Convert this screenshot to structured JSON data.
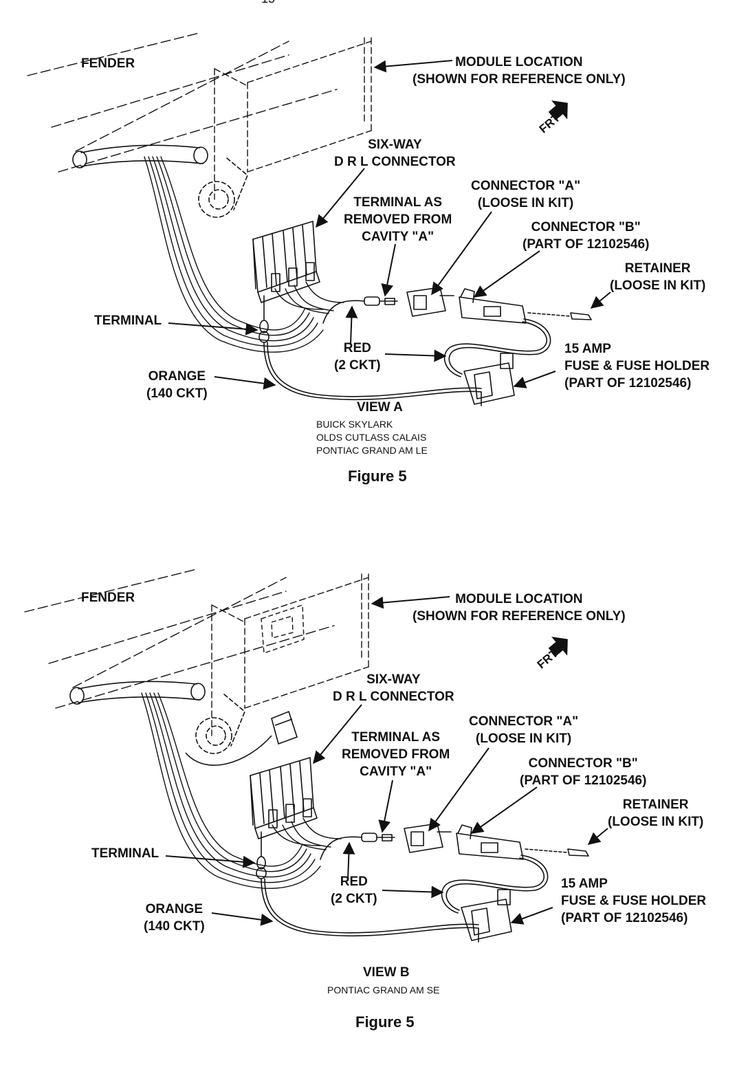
{
  "page_number": "15",
  "figures": [
    {
      "fender": "FENDER",
      "module_location": "MODULE LOCATION\n(SHOWN FOR REFERENCE ONLY)",
      "frt": "FRT",
      "six_way": "SIX-WAY\nD R L CONNECTOR",
      "terminal_as_removed": "TERMINAL AS\nREMOVED FROM\nCAVITY \"A\"",
      "connector_a": "CONNECTOR \"A\"\n(LOOSE IN KIT)",
      "connector_b": "CONNECTOR \"B\"\n(PART OF 12102546)",
      "retainer": "RETAINER\n(LOOSE IN KIT)",
      "terminal": "TERMINAL",
      "red": "RED\n(2 CKT)",
      "orange": "ORANGE\n(140 CKT)",
      "fuse": "15 AMP\nFUSE & FUSE HOLDER\n(PART OF 12102546)",
      "view_title": "VIEW A",
      "vehicles": "BUICK SKYLARK\nOLDS CUTLASS CALAIS\nPONTIAC GRAND AM LE",
      "caption": "Figure 5"
    },
    {
      "fender": "FENDER",
      "module_location": "MODULE LOCATION\n(SHOWN FOR REFERENCE ONLY)",
      "frt": "FRT",
      "six_way": "SIX-WAY\nD R L CONNECTOR",
      "terminal_as_removed": "TERMINAL AS\nREMOVED FROM\nCAVITY \"A\"",
      "connector_a": "CONNECTOR \"A\"\n(LOOSE IN KIT)",
      "connector_b": "CONNECTOR \"B\"\n(PART OF 12102546)",
      "retainer": "RETAINER\n(LOOSE IN KIT)",
      "terminal": "TERMINAL",
      "red": "RED\n(2 CKT)",
      "orange": "ORANGE\n(140 CKT)",
      "fuse": "15 AMP\nFUSE & FUSE HOLDER\n(PART OF 12102546)",
      "view_title": "VIEW B",
      "vehicles": "PONTIAC GRAND AM SE",
      "caption": "Figure 5"
    }
  ]
}
